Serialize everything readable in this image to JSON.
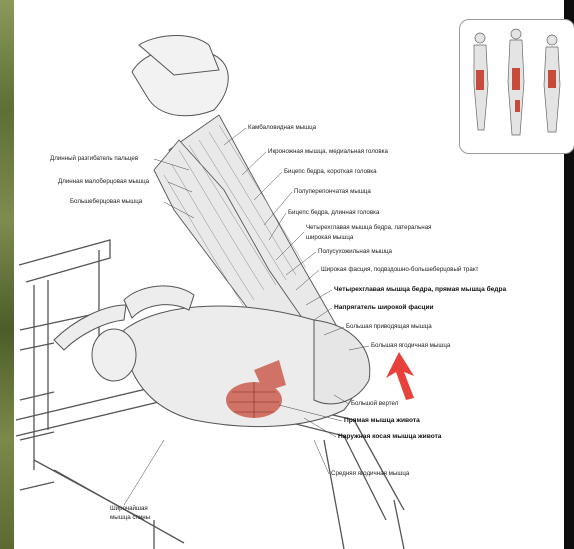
{
  "diagram": {
    "labels": {
      "l1": "Длинный разгибатель пальцев",
      "l2": "Длинная малоберцовая мышца",
      "l3": "Большеберцовая мышца",
      "r1": "Камбаловидная мышца",
      "r2": "Икроножная мышца, медиальная головка",
      "r3": "Бицепс бедра, короткая головка",
      "r4": "Полуперепончатая мышца",
      "r5": "Бицепс бедра, длинная головка",
      "r6a": "Четырехглавая мышца бедра, латеральная",
      "r6b": "широкая мышца",
      "r7": "Полусухожильная мышца",
      "r8": "Широкая фасция, подвздошно-большеберцовый тракт",
      "r9": "Четырехглавая мышца бедра, прямая мышца бедра",
      "r10": "Напрягатель широкой фасции",
      "r11": "Большая приводящая мышца",
      "r12": "Большая ягодичная мышца",
      "r13": "Большой вертел",
      "r14": "Прямая мышца живота",
      "r15": "Наружная косая мышца живота",
      "r16": "Средняя ягодичная мышца",
      "b1a": "Широчайшая",
      "b1b": "мышца спины"
    },
    "arrow_color": "#e8403a",
    "highlight_color": "#c84a3a"
  }
}
